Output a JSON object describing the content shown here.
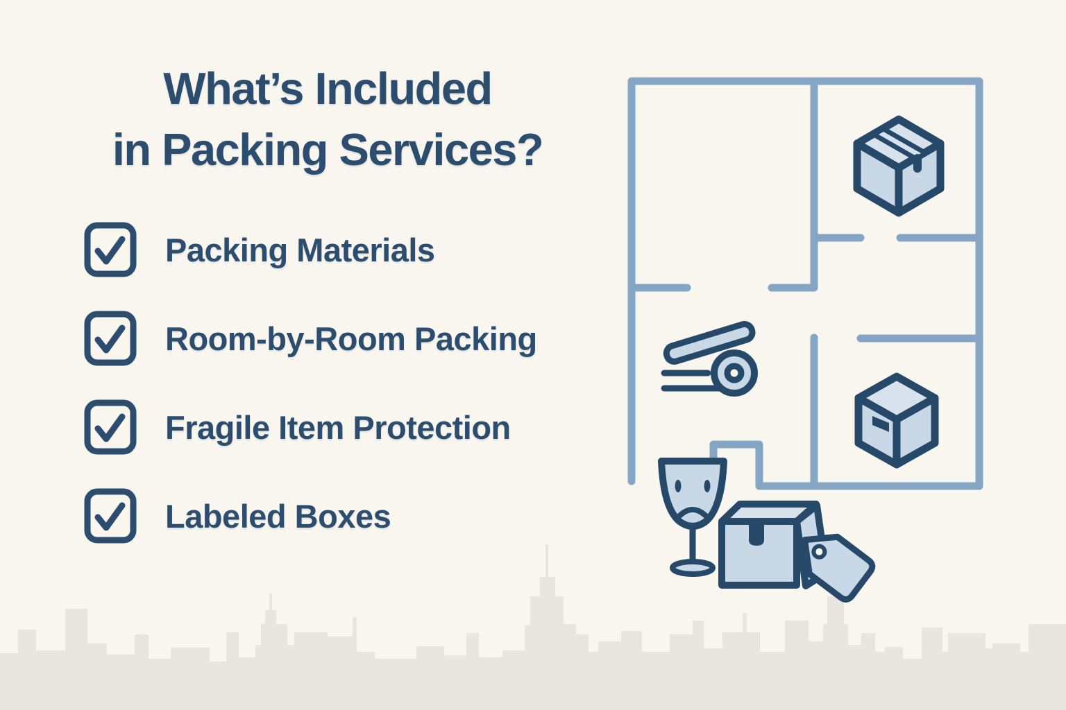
{
  "title": {
    "line1": "What’s Included",
    "line2": "in Packing Services?"
  },
  "checklist": {
    "items": [
      {
        "label": "Packing Materials",
        "checked": true
      },
      {
        "label": "Room-by-Room Packing",
        "checked": true
      },
      {
        "label": "Fragile Item Protection",
        "checked": true
      },
      {
        "label": "Labeled Boxes",
        "checked": true
      }
    ]
  },
  "illustration": {
    "icons": [
      "floor-plan",
      "taped-box-icon",
      "tape-dispenser-icon",
      "cube-box-icon",
      "sad-wine-glass-icon",
      "labeled-box-with-tag-icon",
      "city-skyline-silhouette"
    ]
  },
  "theme": {
    "background": "#f8f6ef",
    "text_navy": "#2d4d6e",
    "outline_navy": "#26496a",
    "wall_blue": "#84a6c4",
    "icon_fill": "#c9d8e6",
    "icon_fill_light": "#d8e2ec",
    "skyline_gray": "#e8e6e1"
  }
}
